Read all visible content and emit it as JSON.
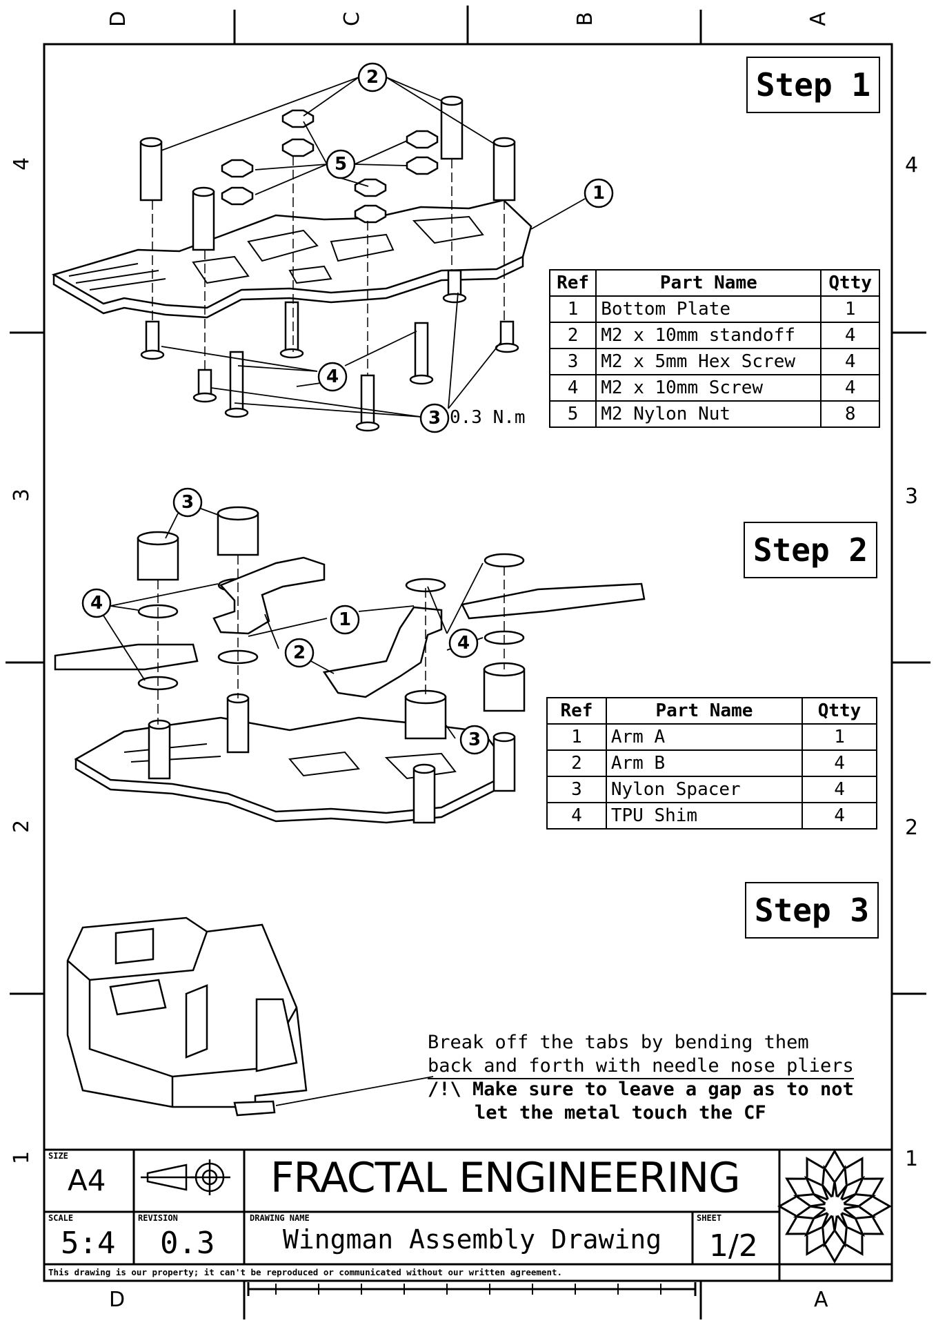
{
  "zones": {
    "top_columns": [
      "D",
      "C",
      "B",
      "A"
    ],
    "bottom_columns": [
      "D",
      "A"
    ],
    "left_rows": [
      "4",
      "3",
      "2",
      "1"
    ],
    "right_rows": [
      "4",
      "3",
      "2",
      "1"
    ]
  },
  "step1": {
    "title": "Step 1",
    "callouts": [
      "2",
      "5",
      "1",
      "4",
      "3"
    ],
    "torque": "0.3 N.m",
    "table": {
      "headers": [
        "Ref",
        "Part Name",
        "Qtty"
      ],
      "rows": [
        [
          "1",
          "Bottom Plate",
          "1"
        ],
        [
          "2",
          "M2 x 10mm standoff",
          "4"
        ],
        [
          "3",
          "M2 x 5mm Hex Screw",
          "4"
        ],
        [
          "4",
          "M2 x 10mm Screw",
          "4"
        ],
        [
          "5",
          "M2 Nylon Nut",
          "8"
        ]
      ]
    }
  },
  "step2": {
    "title": "Step 2",
    "callouts": [
      "3",
      "4",
      "1",
      "2",
      "4",
      "3"
    ],
    "table": {
      "headers": [
        "Ref",
        "Part Name",
        "Qtty"
      ],
      "rows": [
        [
          "1",
          "Arm A",
          "1"
        ],
        [
          "2",
          "Arm B",
          "4"
        ],
        [
          "3",
          "Nylon Spacer",
          "4"
        ],
        [
          "4",
          "TPU Shim",
          "4"
        ]
      ]
    }
  },
  "step3": {
    "title": "Step 3",
    "note_line1": "Break off the tabs by bending them",
    "note_line2": "back and forth with needle nose pliers",
    "warning_line1": "/!\\ Make sure to leave a gap as to not",
    "warning_line2": "let the metal touch the CF"
  },
  "title_block": {
    "size_label": "SIZE",
    "size_value": "A4",
    "company": "FRACTAL ENGINEERING",
    "scale_label": "SCALE",
    "scale_value": "5:4",
    "revision_label": "REVISION",
    "revision_value": "0.3",
    "drawing_name_label": "DRAWING NAME",
    "drawing_name": "Wingman Assembly Drawing",
    "sheet_label": "SHEET",
    "sheet_value": "1/2",
    "disclaimer": "This drawing is our property; it can't be reproduced or communicated without our written agreement."
  }
}
